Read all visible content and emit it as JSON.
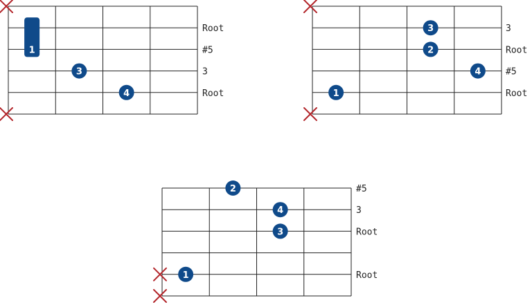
{
  "colors": {
    "grid": "#222222",
    "dot": "#0f4a8a",
    "mute": "#b3262b",
    "label": "#222222"
  },
  "icons": {
    "mute": "x-mark-icon"
  },
  "diagrams": [
    {
      "strings": 6,
      "frets": 4,
      "muted_strings": [
        1,
        6
      ],
      "barre": {
        "fret": 1,
        "from_string": 4,
        "to_string": 5,
        "finger": "1"
      },
      "dots": [
        {
          "string": 3,
          "fret": 2,
          "finger": "3"
        },
        {
          "string": 2,
          "fret": 3,
          "finger": "4"
        }
      ],
      "labels": [
        {
          "string": 5,
          "text": "Root"
        },
        {
          "string": 4,
          "text": "#5"
        },
        {
          "string": 3,
          "text": "3"
        },
        {
          "string": 2,
          "text": "Root"
        }
      ]
    },
    {
      "strings": 6,
      "frets": 4,
      "muted_strings": [
        1,
        6
      ],
      "barre": null,
      "dots": [
        {
          "string": 5,
          "fret": 3,
          "finger": "3"
        },
        {
          "string": 4,
          "fret": 3,
          "finger": "2"
        },
        {
          "string": 3,
          "fret": 4,
          "finger": "4"
        },
        {
          "string": 2,
          "fret": 1,
          "finger": "1"
        }
      ],
      "labels": [
        {
          "string": 5,
          "text": "3"
        },
        {
          "string": 4,
          "text": "Root"
        },
        {
          "string": 3,
          "text": "#5"
        },
        {
          "string": 2,
          "text": "Root"
        }
      ]
    },
    {
      "strings": 6,
      "frets": 4,
      "muted_strings": [
        2,
        1
      ],
      "barre": null,
      "dots": [
        {
          "string": 6,
          "fret": 2,
          "finger": "2"
        },
        {
          "string": 5,
          "fret": 3,
          "finger": "4"
        },
        {
          "string": 4,
          "fret": 3,
          "finger": "3"
        },
        {
          "string": 2,
          "fret": 1,
          "finger": "1"
        }
      ],
      "labels": [
        {
          "string": 6,
          "text": "#5"
        },
        {
          "string": 5,
          "text": "3"
        },
        {
          "string": 4,
          "text": "Root"
        },
        {
          "string": 2,
          "text": "Root"
        }
      ]
    }
  ]
}
